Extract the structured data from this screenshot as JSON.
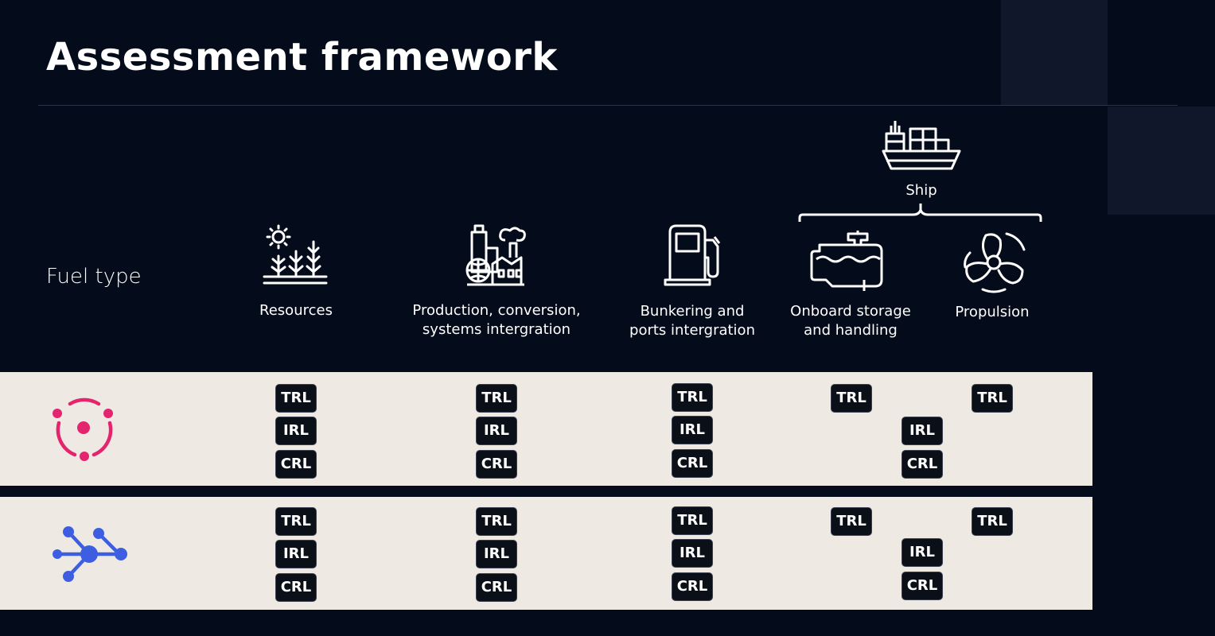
{
  "title": "Assessment framework",
  "row_header": "Fuel type",
  "ship_group_label": "Ship",
  "columns": [
    {
      "label": "Resources",
      "icon": "plants-sun-icon"
    },
    {
      "label": "Production, conversion,\nsystems intergration",
      "icon": "factory-globe-icon"
    },
    {
      "label": "Bunkering and\nports intergration",
      "icon": "fuel-pump-icon"
    },
    {
      "label": "Onboard storage\nand handling",
      "icon": "engine-tank-icon"
    },
    {
      "label": "Propulsion",
      "icon": "propeller-icon"
    }
  ],
  "readiness_levels": {
    "trl": "TRL",
    "irl": "IRL",
    "crl": "CRL"
  },
  "fuel_rows": [
    {
      "icon": "molecule-circle-icon",
      "color": "#e5246e"
    },
    {
      "icon": "network-branch-icon",
      "color": "#3d5ee1"
    }
  ],
  "colors": {
    "background": "#040b1a",
    "band": "#efe9e4",
    "badge": "#0a0f18",
    "text": "#ffffff"
  }
}
